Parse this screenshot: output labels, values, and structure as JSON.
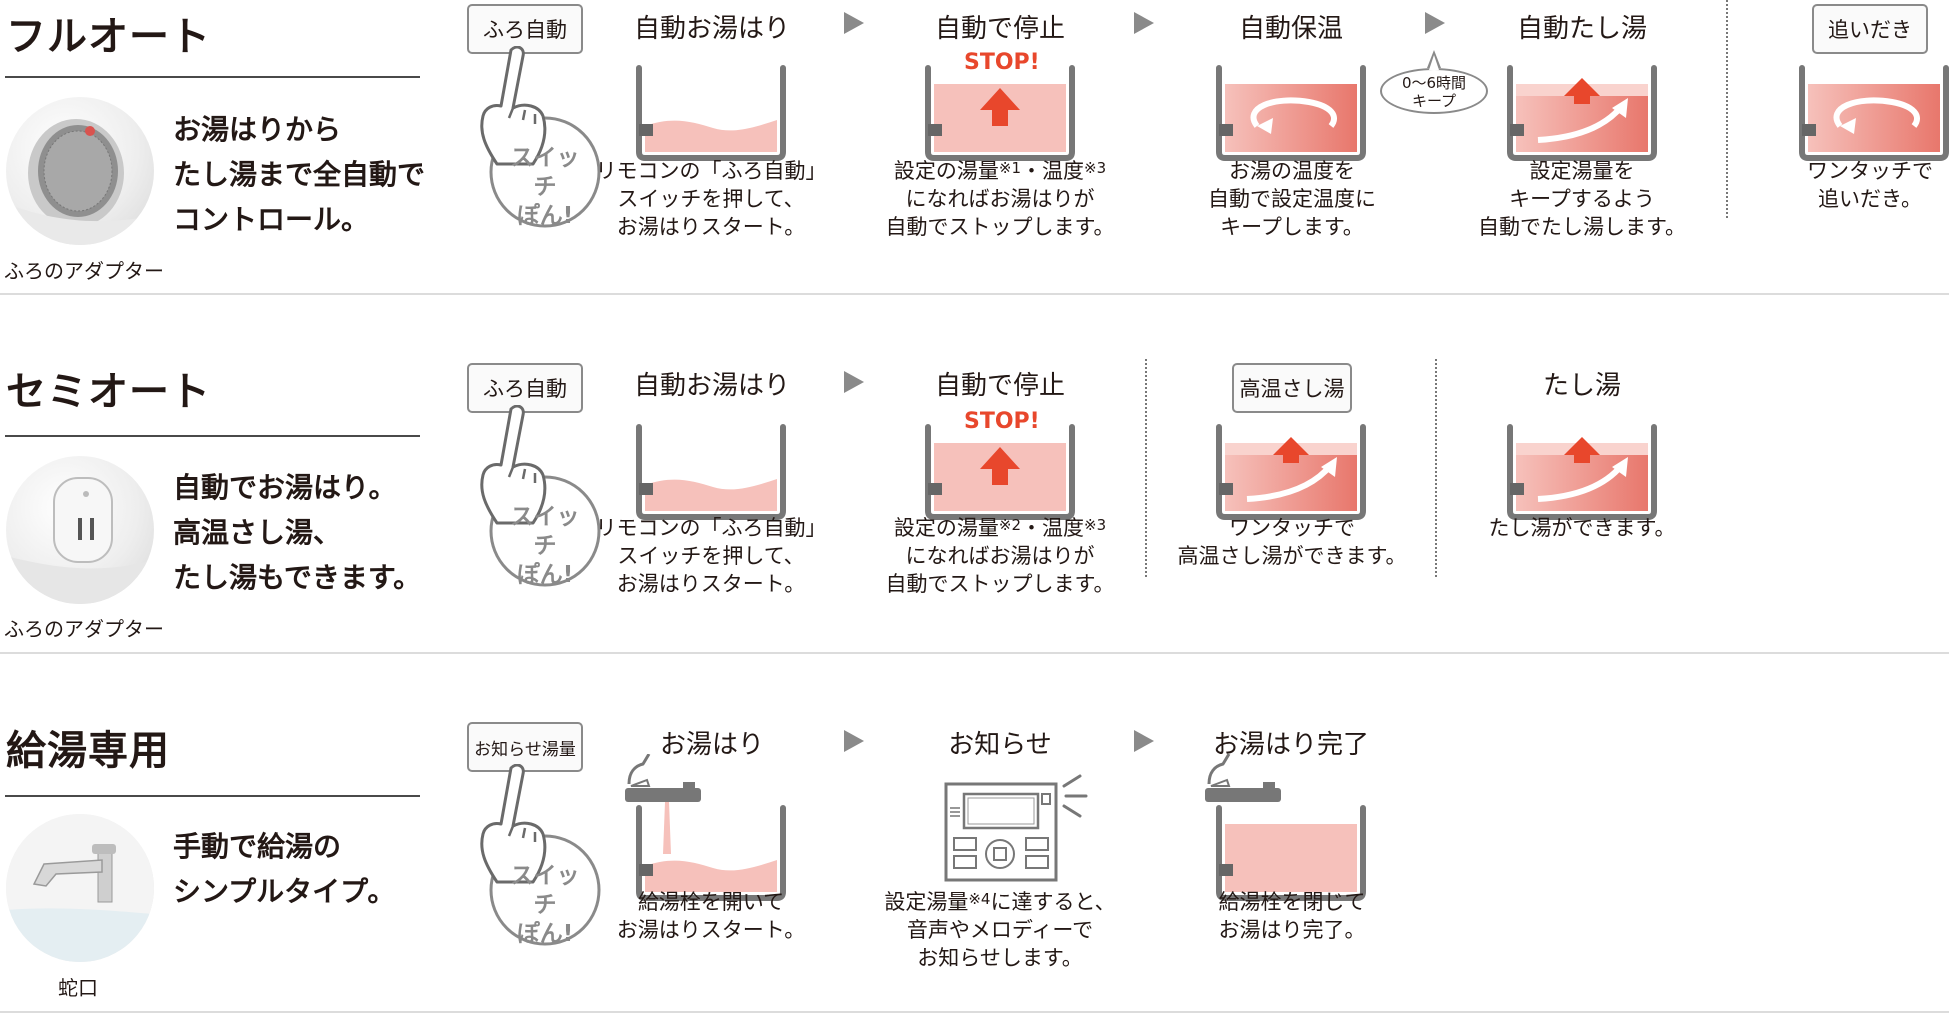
{
  "colors": {
    "water": "#f6c1bb",
    "water_dark": "#e8776c",
    "up_arrow": "#e8472c",
    "stop_text": "#e8472c",
    "gray": "#8a8a8a"
  },
  "switch_text": [
    "スイッチ",
    "ぽん!"
  ],
  "sections": [
    {
      "title": "フルオート",
      "description": [
        "お湯はりから",
        "たし湯まで全自動で",
        "コントロール。"
      ],
      "product_caption": "ふろのアダプター",
      "product_icon": "bath-adapter-icon",
      "button_label": "ふろ自動",
      "steps": [
        {
          "title": "自動お湯はり",
          "desc": [
            "リモコンの「ふろ自動」",
            "スイッチを押して、",
            "お湯はりスタート。"
          ]
        },
        {
          "title": "自動で停止",
          "badge": "STOP!",
          "desc_prefix": "設定の湯量",
          "note1": "※1",
          "desc_mid": "・温度",
          "note2": "※3",
          "desc": [
            "になればお湯はりが",
            "自動でストップします。"
          ]
        },
        {
          "title": "自動保温",
          "desc": [
            "お湯の温度を",
            "自動で設定温度に",
            "キープします。"
          ]
        },
        {
          "title": "自動たし湯",
          "desc": [
            "設定湯量を",
            "キープするよう",
            "自動でたし湯します。"
          ]
        }
      ],
      "bubble": [
        "0〜6時間",
        "キープ"
      ],
      "extra_button": "追いだき",
      "extra_desc": [
        "ワンタッチで",
        "追いだき。"
      ]
    },
    {
      "title": "セミオート",
      "description": [
        "自動でお湯はり。",
        "高温さし湯、",
        "たし湯もできます。"
      ],
      "product_caption": "ふろのアダプター",
      "product_icon": "bath-adapter-icon",
      "button_label": "ふろ自動",
      "steps": [
        {
          "title": "自動お湯はり",
          "desc": [
            "リモコンの「ふろ自動」",
            "スイッチを押して、",
            "お湯はりスタート。"
          ]
        },
        {
          "title": "自動で停止",
          "badge": "STOP!",
          "desc_prefix": "設定の湯量",
          "note1": "※2",
          "desc_mid": "・温度",
          "note2": "※3",
          "desc": [
            "になればお湯はりが",
            "自動でストップします。"
          ]
        },
        {
          "button": "高温さし湯",
          "desc": [
            "ワンタッチで",
            "高温さし湯ができます。"
          ]
        },
        {
          "title": "たし湯",
          "desc": [
            "たし湯ができます。"
          ]
        }
      ]
    },
    {
      "title": "給湯専用",
      "description": [
        "手動で給湯の",
        "シンプルタイプ。"
      ],
      "product_caption": "蛇口",
      "product_icon": "faucet-icon",
      "button_label": "お知らせ湯量",
      "steps": [
        {
          "title": "お湯はり",
          "desc": [
            "給湯栓を開いて",
            "お湯はりスタート。"
          ]
        },
        {
          "title": "お知らせ",
          "desc_prefix": "設定湯量",
          "note1": "※4",
          "desc_mid": "に達すると、",
          "desc": [
            "音声やメロディーで",
            "お知らせします。"
          ]
        },
        {
          "title": "お湯はり完了",
          "desc": [
            "給湯栓を閉じて",
            "お湯はり完了。"
          ]
        }
      ]
    }
  ]
}
